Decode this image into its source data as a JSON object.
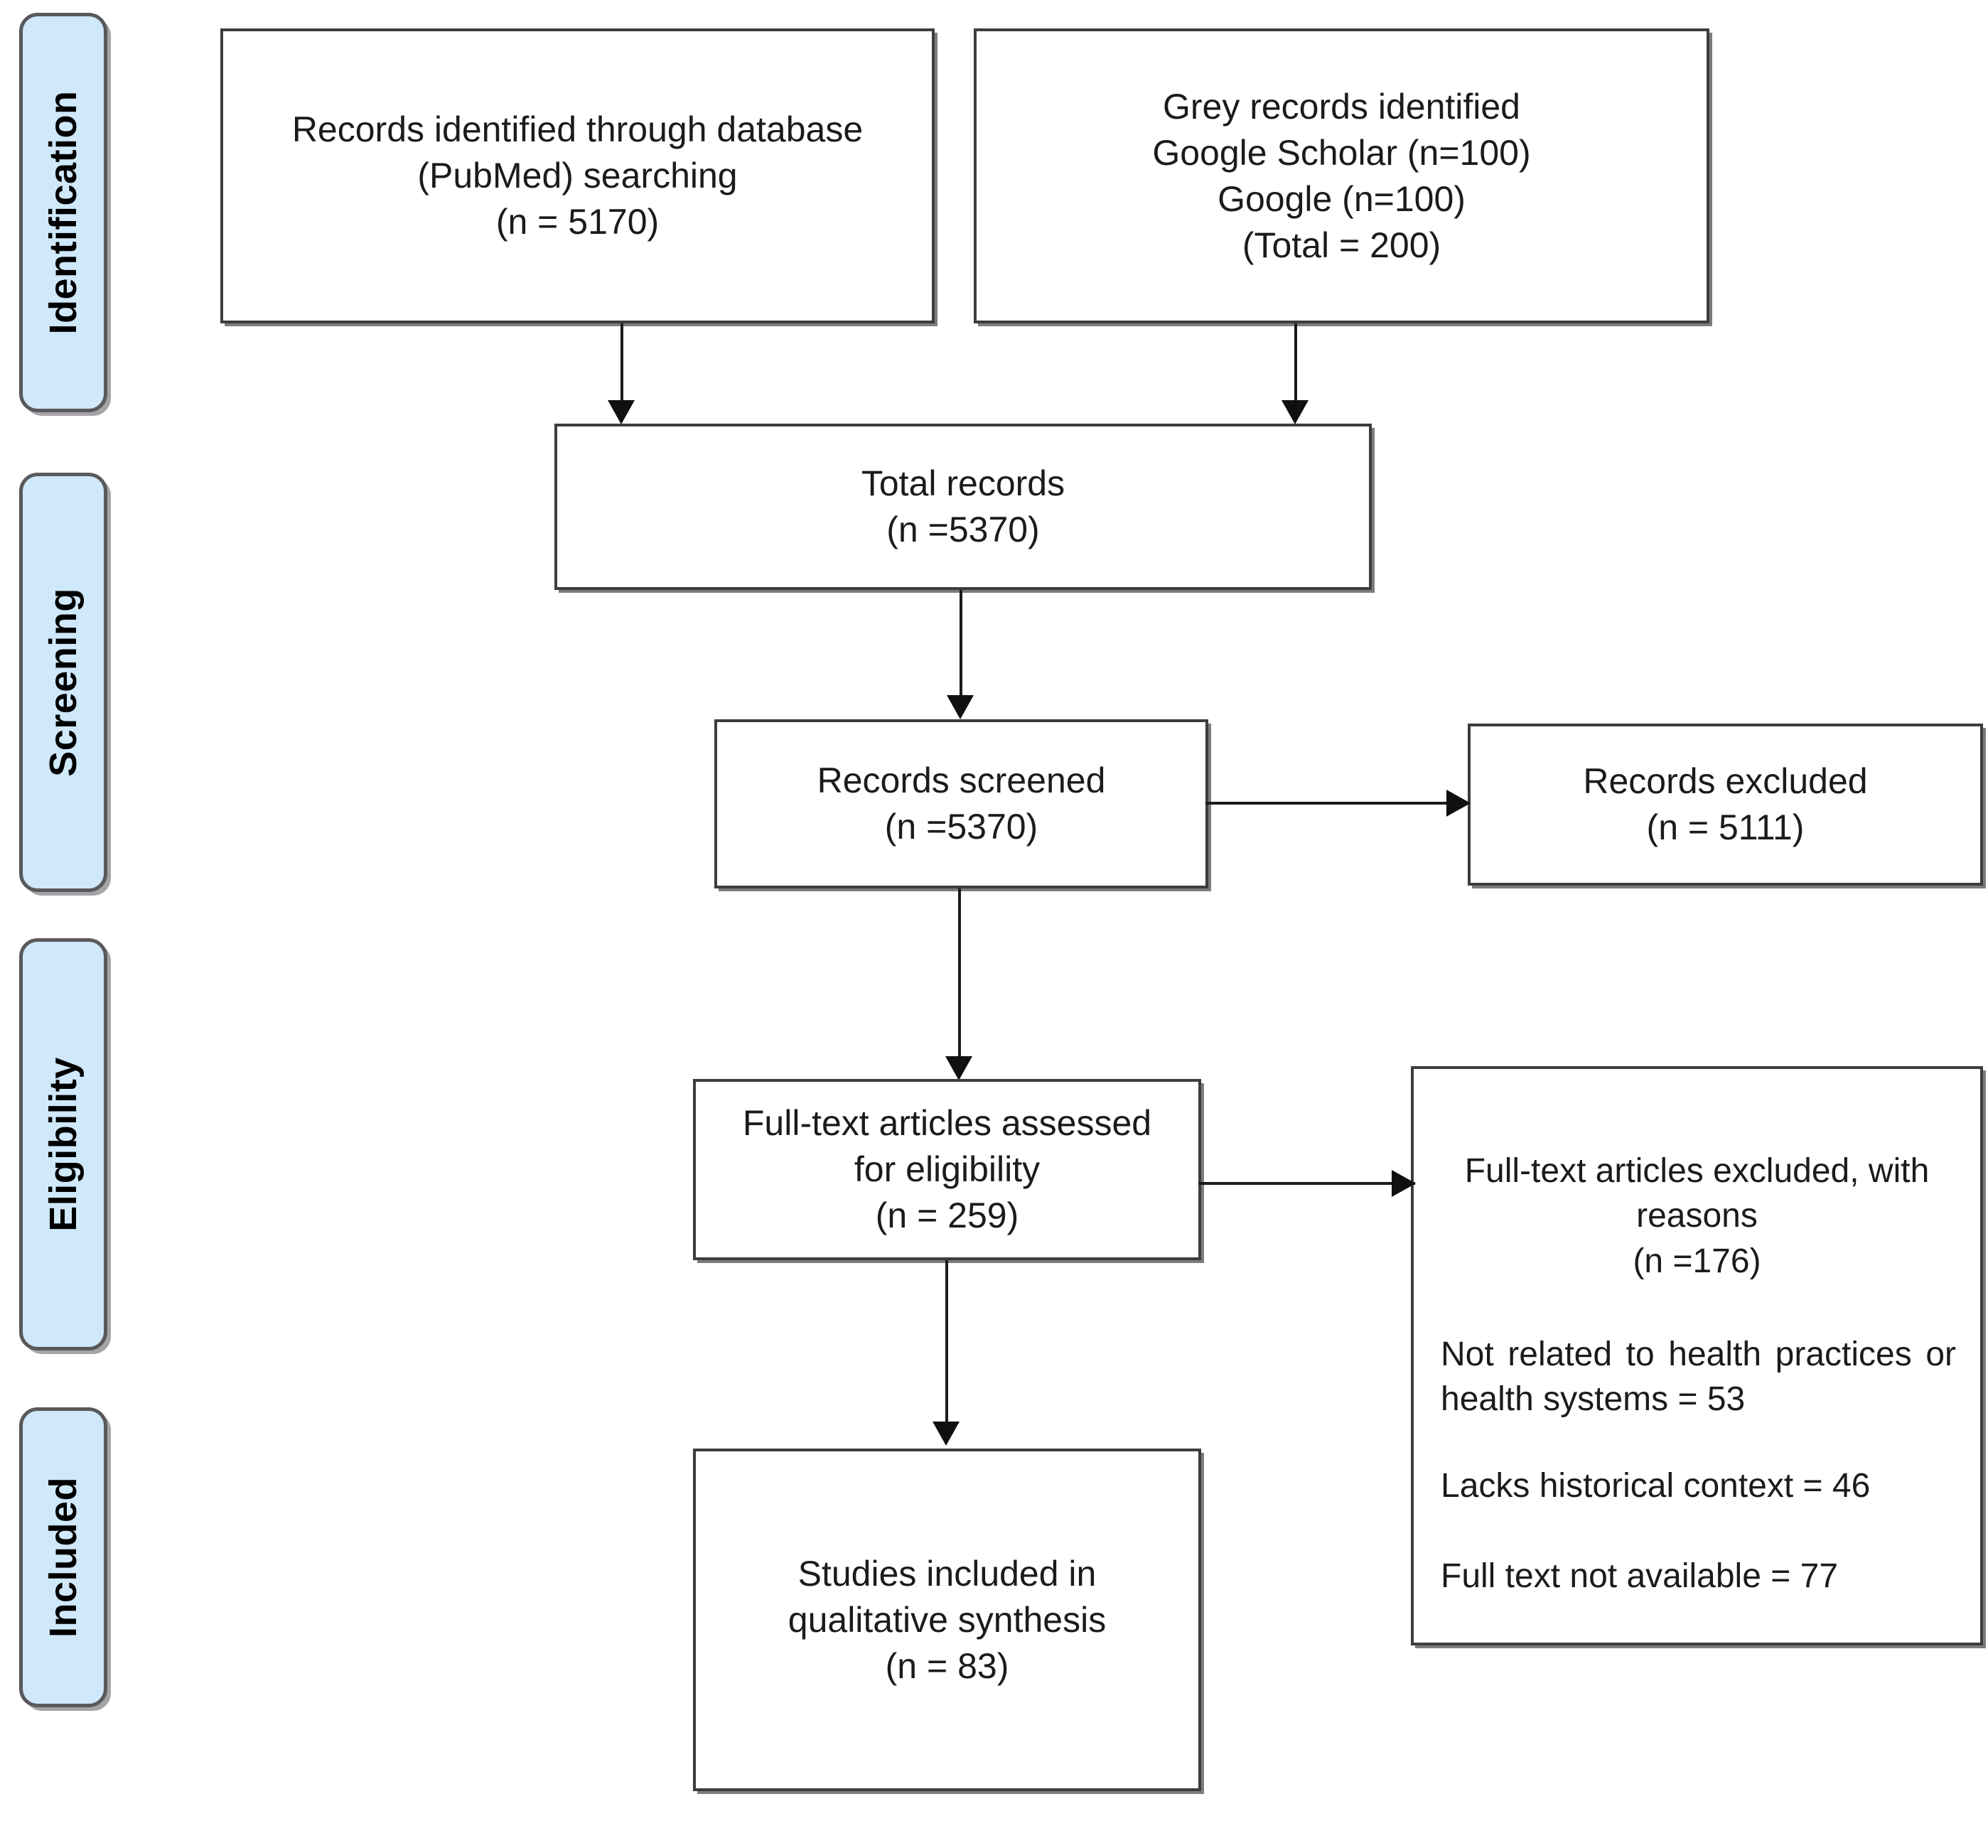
{
  "diagram": {
    "type": "prisma-flow-diagram",
    "stages": [
      {
        "id": "identification",
        "label": "Identification"
      },
      {
        "id": "screening",
        "label": "Screening"
      },
      {
        "id": "eligibility",
        "label": "Eligibility"
      },
      {
        "id": "included",
        "label": "Included"
      }
    ],
    "colors": {
      "stage_fill": "#cfe8fa",
      "stage_border": "#59595c",
      "box_border": "#3d3d3f",
      "box_fill": "#ffffff",
      "text": "#1b1b1b",
      "connector": "#1b1b1b"
    },
    "boxes": {
      "database_search": {
        "line1": "Records identified through database",
        "line2": "(PubMed) searching",
        "line3": "(n = 5170)"
      },
      "grey_literature": {
        "line1": "Grey records identified",
        "line2": "Google Scholar (n=100)",
        "line3": "Google (n=100)",
        "line4": "(Total = 200)"
      },
      "total_records": {
        "line1": "Total records",
        "line2": "(n =5370)"
      },
      "records_screened": {
        "line1": "Records screened",
        "line2": "(n =5370)"
      },
      "records_excluded": {
        "line1": "Records excluded",
        "line2": "(n = 5111)"
      },
      "fulltext_assessed": {
        "line1": "Full-text articles assessed",
        "line2": "for eligibility",
        "line3": "(n = 259)"
      },
      "fulltext_excluded": {
        "head_line1": "Full-text articles excluded, with",
        "head_line2": "reasons",
        "head_line3": "(n =176)",
        "reason1": "Not related to health practices or health systems = 53",
        "reason2": "Lacks historical context = 46",
        "reason3": "Full text not available = 77"
      },
      "studies_included": {
        "line1": "Studies included in",
        "line2": "qualitative synthesis",
        "line3": "(n = 83)"
      }
    },
    "counts": {
      "database_records": 5170,
      "google_scholar": 100,
      "google": 100,
      "grey_total": 200,
      "total_records": 5370,
      "records_screened": 5370,
      "records_excluded": 5111,
      "fulltext_assessed": 259,
      "fulltext_excluded": 176,
      "reason_not_related": 53,
      "reason_lacks_historical_context": 46,
      "reason_fulltext_unavailable": 77,
      "studies_included": 83
    }
  }
}
